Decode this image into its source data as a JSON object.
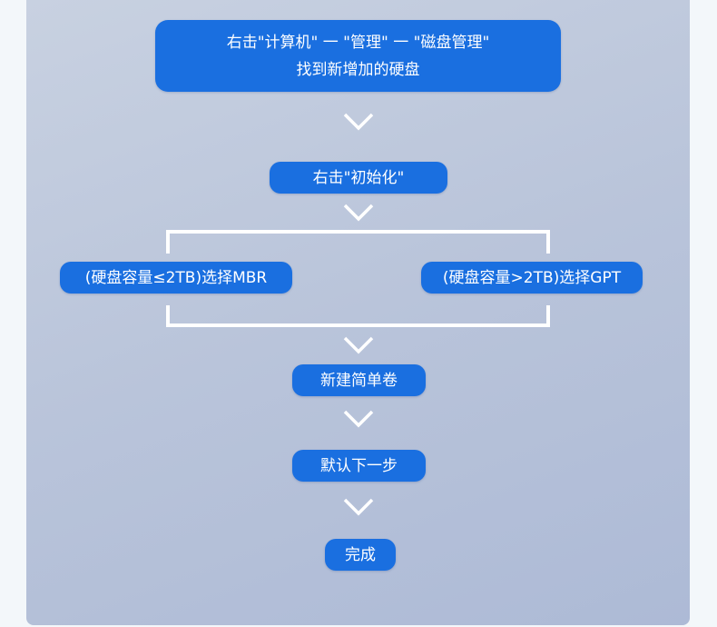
{
  "steps": {
    "step1_line1": "右击\"计算机\" 一 \"管理\" 一 \"磁盘管理\"",
    "step1_line2": "找到新增加的硬盘",
    "step2": "右击\"初始化\"",
    "branch_left": "(硬盘容量≤2TB)选择MBR",
    "branch_right": "(硬盘容量>2TB)选择GPT",
    "step3": "新建简单卷",
    "step4": "默认下一步",
    "step5": "完成"
  },
  "colors": {
    "box": "#1a6fe0",
    "background": "#f3f7fa",
    "panel": "#bcc6db"
  }
}
